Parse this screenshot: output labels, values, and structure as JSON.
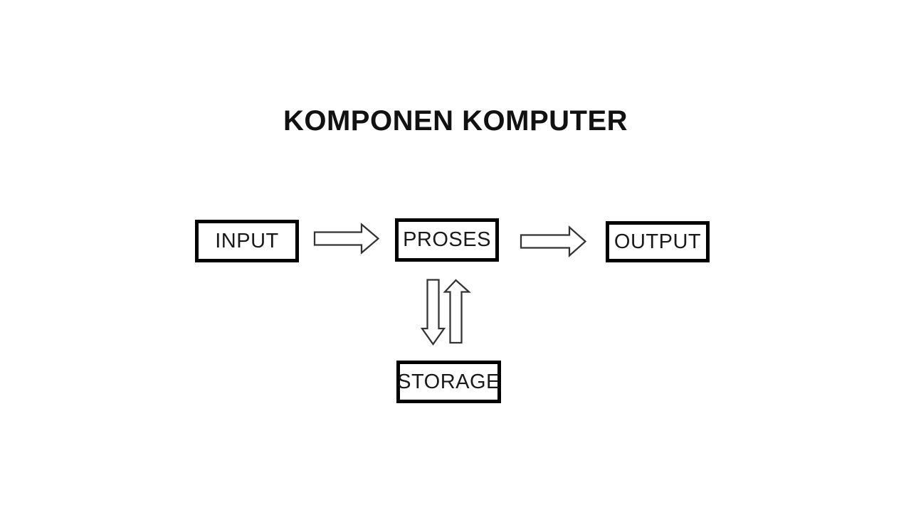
{
  "title": {
    "text": "KOMPONEN KOMPUTER"
  },
  "diagram": {
    "nodes": [
      {
        "id": "input",
        "label": "INPUT"
      },
      {
        "id": "proses",
        "label": "PROSES"
      },
      {
        "id": "output",
        "label": "OUTPUT"
      },
      {
        "id": "storage",
        "label": "STORAGE"
      }
    ],
    "connectors": [
      {
        "id": "input-to-proses",
        "type": "block-arrow",
        "direction": "right",
        "from": "INPUT",
        "to": "PROSES"
      },
      {
        "id": "proses-to-output",
        "type": "block-arrow",
        "direction": "right",
        "from": "PROSES",
        "to": "OUTPUT"
      },
      {
        "id": "proses-to-storage",
        "type": "block-arrow",
        "direction": "down",
        "from": "PROSES",
        "to": "STORAGE"
      },
      {
        "id": "storage-to-proses",
        "type": "block-arrow",
        "direction": "up",
        "from": "STORAGE",
        "to": "PROSES"
      }
    ],
    "colors": {
      "background": "#ffffff",
      "box_border": "#000000",
      "box_fill": "#ffffff",
      "arrow_outline": "#333333",
      "arrow_fill": "#ffffff",
      "text": "#1a1a1a"
    }
  }
}
